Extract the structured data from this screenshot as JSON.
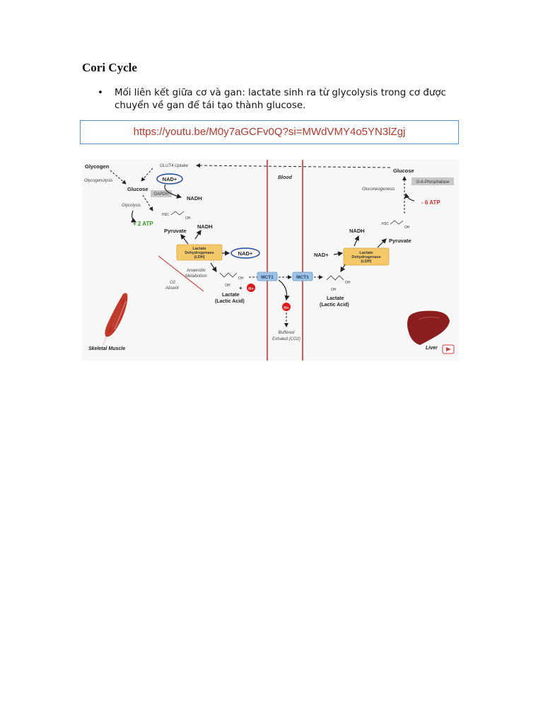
{
  "heading": "Cori Cycle",
  "bullet": {
    "marker": "•",
    "text": "Mối liên kết giữa cơ và gan: lactate sinh ra từ glycolysis trong cơ được chuyển về gan để tái tạo thành glucose."
  },
  "link": {
    "url": "https://youtu.be/M0y7aGCFv0Q?si=MWdVMY4o5YN3lZgj"
  },
  "figure": {
    "glycogen": "Glycogen",
    "glut4": "GLUT4 Uptake",
    "glycogenolysis": "Glycogenolysis",
    "glucose_left": "Glucose",
    "gapdh": "GAPDH",
    "nad_plus": "NAD+",
    "nadh": "NADH",
    "glycolysis": "Glycolysis",
    "atp_plus": "+ 2 ATP",
    "h3c": "H3C",
    "oh": "OH",
    "pyruvate": "Pyruvate",
    "ldh_line1": "Lactate",
    "ldh_line2": "Dehydrogenase",
    "ldh_line3": "(LDH)",
    "anaerobic": "Anaerobic",
    "metabolism": "Metabolism",
    "o2": "O2",
    "absent": "Absent",
    "lactate": "Lactate",
    "lactic_acid": "(Lactic Acid)",
    "mct1": "MCT1",
    "h_plus": "H+",
    "plus": "+",
    "blood": "Blood",
    "buffered": "Buffered",
    "exhaled": "Exhaled (CO2)",
    "skeletal_muscle": "Skeletal Muscle",
    "glucose_right": "Glucose",
    "g6p": "G-6-Phosphatase",
    "gluconeogenesis": "Gluconeogenesis",
    "atp_minus": "- 6 ATP",
    "liver": "Liver",
    "colors": {
      "red_line": "#cc2a2a",
      "ldh_box": "#f5c96a",
      "mct_box": "#9dc3e6",
      "atp_green": "#3a9a2a",
      "atp_red": "#d03030",
      "nad_oval": "#2a4a9a"
    }
  }
}
